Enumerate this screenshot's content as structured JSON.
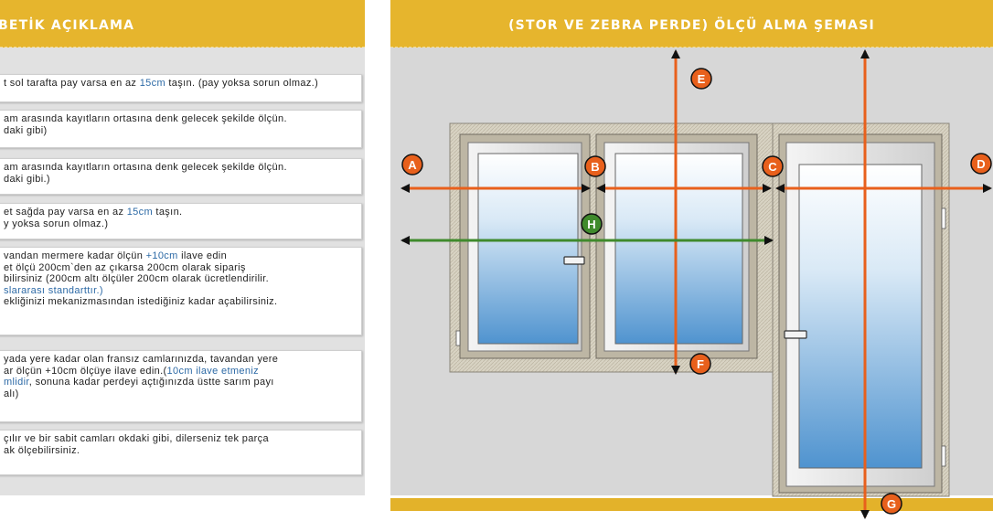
{
  "left": {
    "title": "BETİK AÇIKLAMA",
    "notes": [
      {
        "lines": [
          {
            "parts": [
              {
                "t": "t sol tarafta pay varsa en az "
              },
              {
                "t": "15cm",
                "blue": true
              },
              {
                "t": " taşın. (pay yoksa sorun olmaz.)"
              }
            ]
          }
        ]
      },
      {
        "lines": [
          {
            "parts": [
              {
                "t": "am arasında kayıtların ortasına denk gelecek şekilde ölçün."
              }
            ]
          },
          {
            "parts": [
              {
                "t": "daki gibi)"
              }
            ]
          }
        ]
      },
      {
        "lines": [
          {
            "parts": [
              {
                "t": "am arasında kayıtların ortasına denk gelecek şekilde ölçün."
              }
            ]
          },
          {
            "parts": [
              {
                "t": "daki gibi.)"
              }
            ]
          }
        ]
      },
      {
        "lines": [
          {
            "parts": [
              {
                "t": "et sağda pay varsa en az "
              },
              {
                "t": "15cm",
                "blue": true
              },
              {
                "t": " taşın."
              }
            ]
          },
          {
            "parts": [
              {
                "t": "y yoksa sorun olmaz.)"
              }
            ]
          }
        ]
      },
      {
        "lines": [
          {
            "parts": [
              {
                "t": "vandan mermere kadar ölçün "
              },
              {
                "t": "+10cm",
                "blue": true
              },
              {
                "t": " ilave edin"
              }
            ]
          },
          {
            "parts": [
              {
                "t": "et ölçü 200cm`den az çıkarsa 200cm olarak sipariş"
              }
            ]
          },
          {
            "parts": [
              {
                "t": "bilirsiniz (200cm altı ölçüler 200cm olarak ücretlendirilir."
              }
            ]
          },
          {
            "parts": [
              {
                "t": "slararası standarttır.)",
                "blue": true
              }
            ]
          },
          {
            "parts": [
              {
                "t": "ekliğinizi mekanizmasından istediğiniz kadar açabilirsiniz."
              }
            ]
          }
        ]
      },
      {
        "lines": [
          {
            "parts": [
              {
                "t": " yada yere kadar olan fransız camlarınızda, tavandan yere"
              }
            ]
          },
          {
            "parts": [
              {
                "t": "ar ölçün +10cm ölçüye ilave edin.("
              },
              {
                "t": "10cm ilave etmeniz",
                "blue": true
              }
            ]
          },
          {
            "parts": [
              {
                "t": "mlidir",
                "blue": true
              },
              {
                "t": ", sonuna kadar perdeyi açtığınızda üstte sarım payı"
              }
            ]
          },
          {
            "parts": [
              {
                "t": "alı)"
              }
            ]
          }
        ]
      },
      {
        "lines": [
          {
            "parts": [
              {
                "t": "çılır ve bir sabit camları okdaki gibi, dilerseniz tek parça"
              }
            ]
          },
          {
            "parts": [
              {
                "t": "ak ölçebilirsiniz."
              }
            ]
          }
        ]
      }
    ]
  },
  "right": {
    "title": "(STOR VE ZEBRA PERDE) ÖLÇÜ ALMA ŞEMASI",
    "labels": {
      "A": "A",
      "B": "B",
      "C": "C",
      "D": "D",
      "E": "E",
      "F": "F",
      "G": "G",
      "H": "H"
    }
  },
  "colors": {
    "header": "#e6b52d",
    "orange": "#e8601c",
    "green": "#3f8a2c",
    "link_blue": "#2d6aa6",
    "frame": "#d9d4c6"
  }
}
